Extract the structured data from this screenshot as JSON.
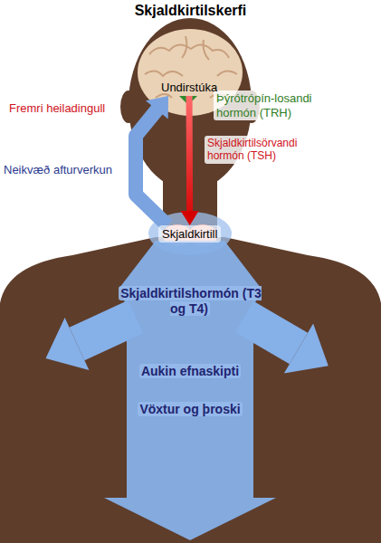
{
  "diagram": {
    "title": "Skjaldkirtilskerfi",
    "nodes": [
      {
        "text": [
          "Undirstúka"
        ]
      },
      {
        "text": [
          "Skjaldkirtill"
        ]
      }
    ],
    "edges": [
      {
        "from": 0,
        "to": 1,
        "arrow": "to",
        "label": "Skjaldkirtilsörvandi hormón (TSH)"
      },
      {
        "from": 1,
        "to": 0,
        "arrow": "to",
        "label": "Neikvæð afturverkun"
      }
    ],
    "labels": [
      "Þýrótrópín-losandi hormón (TRH)",
      "Fremri heiladingull",
      "Skjaldkirtilshormón (T3 og T4)",
      "Aukin efnaskipti",
      "Vöxtur og þroski"
    ]
  }
}
